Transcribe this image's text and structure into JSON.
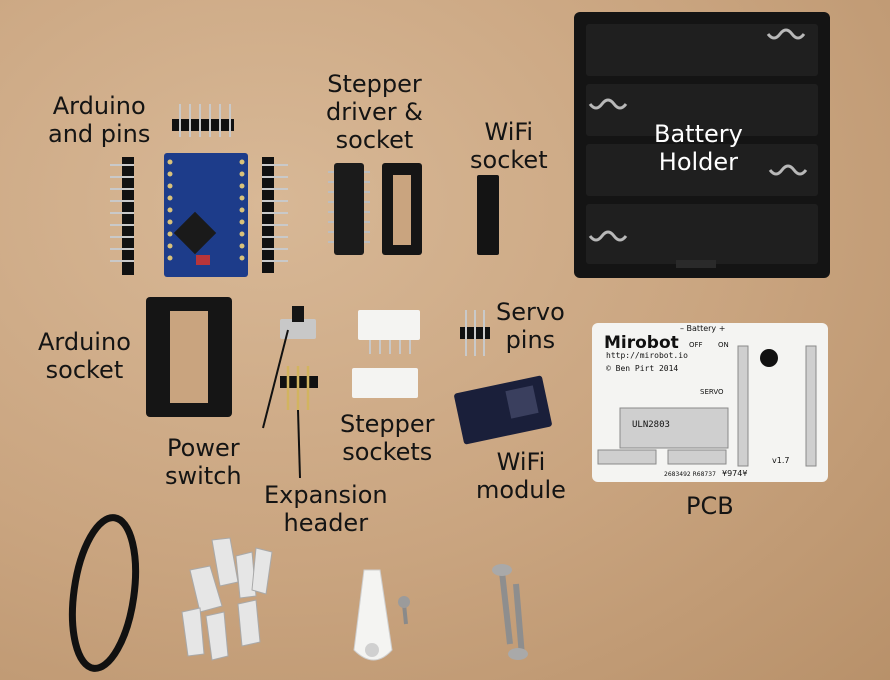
{
  "labels": {
    "arduino_pins": "Arduino\nand pins",
    "stepper_driver": "Stepper\ndriver &\nsocket",
    "wifi_socket": "WiFi\nsocket",
    "battery_holder": "Battery\nHolder",
    "arduino_socket": "Arduino\nsocket",
    "servo_pins": "Servo\npins",
    "power_switch": "Power\nswitch",
    "stepper_sockets": "Stepper\nsockets",
    "wifi_module": "WiFi\nmodule",
    "expansion_header": "Expansion\nheader",
    "pcb": "PCB"
  },
  "pcb": {
    "brand": "Mirobot",
    "url": "http://mirobot.io",
    "credit": "© Ben Pirt 2014",
    "battery": "– Battery +",
    "off": "OFF",
    "on": "ON",
    "servo": "SERVO",
    "chip": "ULN2803",
    "version": "v1.7",
    "serial": "2683492 R68737",
    "code": "¥974¥"
  },
  "colors": {
    "table": "#c9a47f",
    "pcb_white": "#f4f4f2",
    "arduino_blue": "#1d3c8a",
    "black_plastic": "#111111"
  }
}
